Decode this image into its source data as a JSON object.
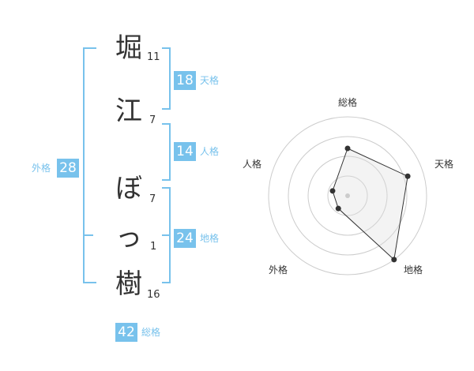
{
  "name_chars": [
    {
      "char": "堀",
      "strokes": "11"
    },
    {
      "char": "江",
      "strokes": "7"
    },
    {
      "char": "ぼ",
      "strokes": "7"
    },
    {
      "char": "っ",
      "strokes": "1"
    },
    {
      "char": "樹",
      "strokes": "16"
    }
  ],
  "fortunes": {
    "tenkaku": {
      "value": "18",
      "label": "天格"
    },
    "jinkaku": {
      "value": "14",
      "label": "人格"
    },
    "chikaku": {
      "value": "24",
      "label": "地格"
    },
    "gaikaku": {
      "value": "28",
      "label": "外格"
    },
    "soukaku": {
      "value": "42",
      "label": "総格"
    }
  },
  "colors": {
    "accent": "#78c2ec",
    "text": "#333333",
    "grid": "#cccccc",
    "fill": "#f2f2f2"
  },
  "chart_data": {
    "type": "radar",
    "axes": [
      "総格",
      "天格",
      "地格",
      "外格",
      "人格"
    ],
    "values": [
      3,
      4,
      5,
      1,
      1
    ],
    "max": 5,
    "rings": 4
  }
}
